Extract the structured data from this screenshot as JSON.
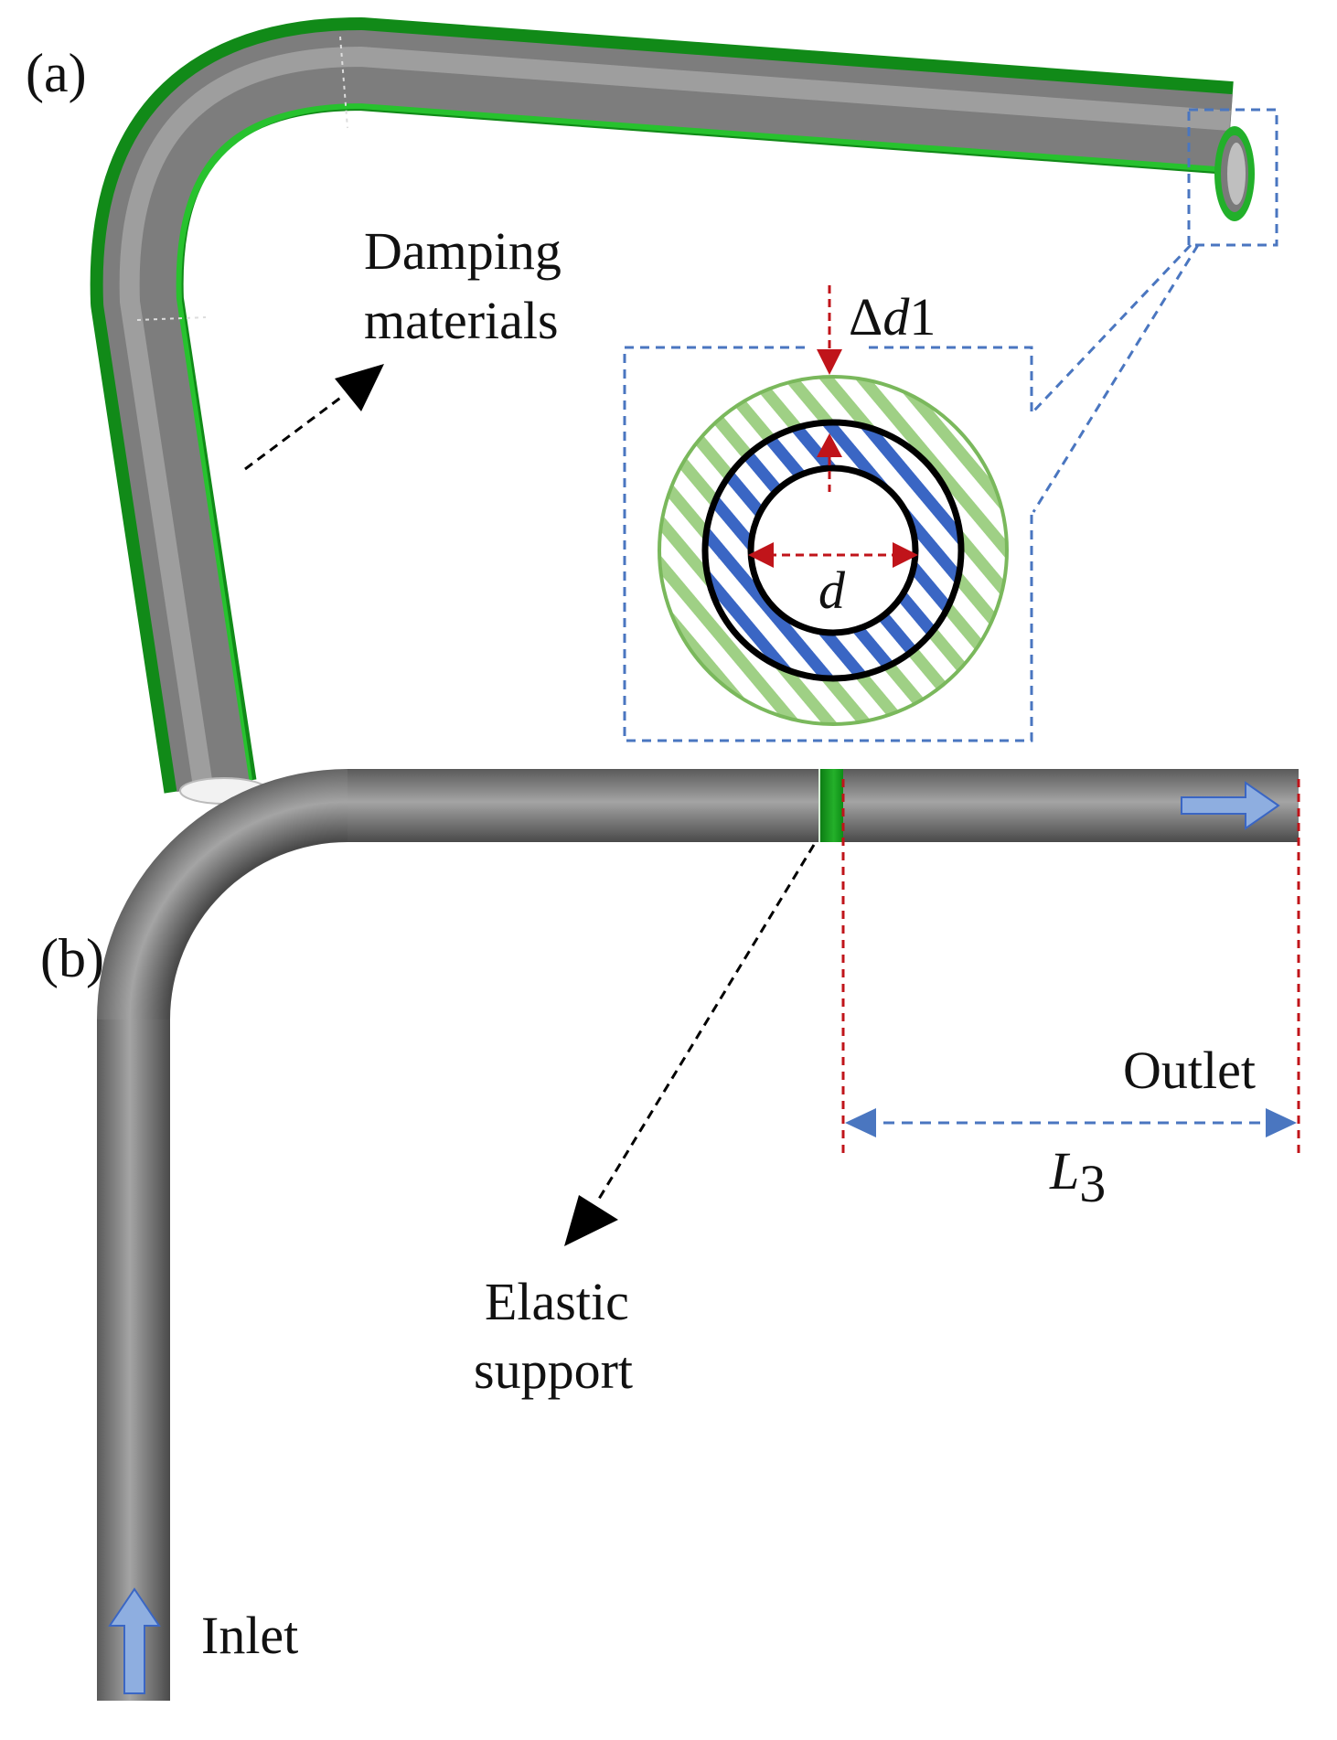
{
  "panel_a": {
    "label": "(a)",
    "damping_label_line1": "Damping",
    "damping_label_line2": "materials",
    "delta_symbol": "Δ",
    "delta_var": "d",
    "delta_num": "1",
    "diameter_label": "d"
  },
  "panel_b": {
    "label": "(b)",
    "elastic_label_line1": "Elastic",
    "elastic_label_line2": "support",
    "outlet_label": "Outlet",
    "inlet_label": "Inlet",
    "length_var": "L",
    "length_sub": "3"
  },
  "colors": {
    "pipe_gray": "#808080",
    "damping_green": "#22a022",
    "hatch_green": "#9fd085",
    "hatch_blue": "#3a66c4",
    "box_blue": "#4a76c0",
    "dim_red": "#c0141a",
    "flow_arrow": "#8eaee0"
  }
}
